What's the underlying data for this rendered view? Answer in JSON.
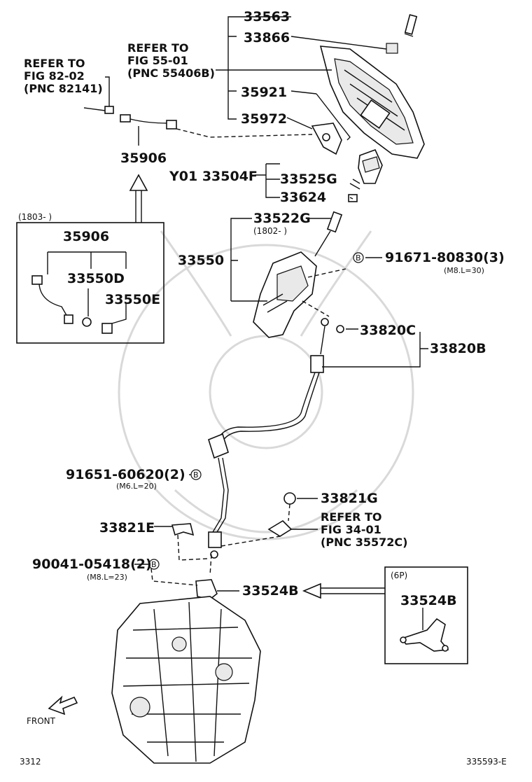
{
  "labels": {
    "p33563": "33563",
    "p33866": "33866",
    "ref_fig55_l1": "REFER TO",
    "ref_fig55_l2": "FIG 55-01",
    "ref_fig55_l3": "(PNC 55406B)",
    "ref_fig82_l1": "REFER TO",
    "ref_fig82_l2": "FIG 82-02",
    "ref_fig82_l3": "(PNC 82141)",
    "p35921": "35921",
    "p35972": "35972",
    "p35906_top": "35906",
    "p33504F": "Y01 33504F",
    "p33525G": "33525G",
    "p33624": "33624",
    "inset1_date": "(1803-      )",
    "inset1_35906": "35906",
    "inset1_33550D": "33550D",
    "inset1_33550E": "33550E",
    "p33522G": "33522G",
    "p33522G_date": "(1802-      )",
    "p33550": "33550",
    "p91671": "91671-80830(3)",
    "p91671_spec": "(M8.L=30)",
    "p33820C": "33820C",
    "p33820B": "33820B",
    "p91651": "91651-60620(2)",
    "p91651_spec": "(M6.L=20)",
    "p33821G": "33821G",
    "ref_fig34_l1": "REFER TO",
    "ref_fig34_l2": "FIG 34-01",
    "ref_fig34_l3": "(PNC 35572C)",
    "p33821E": "33821E",
    "p90041": "90041-05418(2)",
    "p90041_spec": "(M8.L=23)",
    "p33524B": "33524B",
    "inset2_note": "(6P)",
    "inset2_33524B": "33524B",
    "bolt_mark": "B",
    "front": "FRONT",
    "page_code": "3312",
    "illus_code": "335593-E"
  }
}
